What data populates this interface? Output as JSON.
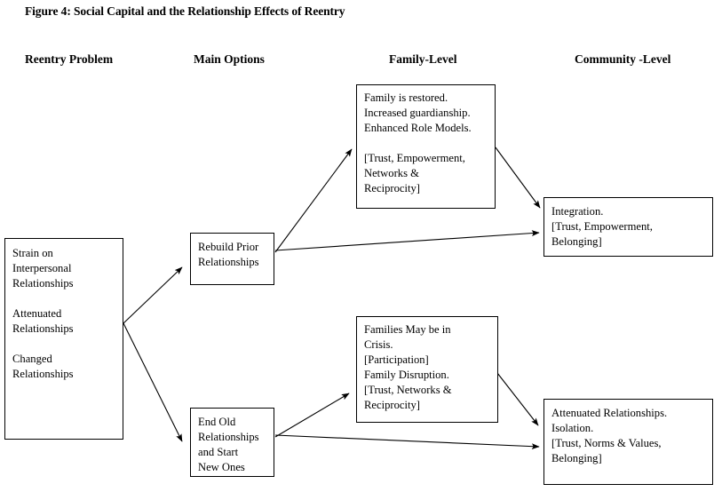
{
  "figure": {
    "title": "Figure 4: Social Capital and the Relationship Effects of Reentry"
  },
  "columns": [
    {
      "id": "reentry-problem",
      "label": "Reentry Problem"
    },
    {
      "id": "main-options",
      "label": "Main Options"
    },
    {
      "id": "family-level",
      "label": "Family-Level"
    },
    {
      "id": "community-level",
      "label": "Community -Level"
    }
  ],
  "nodes": {
    "problem": {
      "id": "strain-on-interpersonal-relationships",
      "column": "reentry-problem",
      "text": "Strain on\nInterpersonal\nRelationships\n\nAttenuated\nRelationships\n\nChanged\nRelationships"
    },
    "rebuild": {
      "id": "rebuild-prior-relationships",
      "column": "main-options",
      "text": "Rebuild Prior\nRelationships"
    },
    "endold": {
      "id": "end-old-relationships-and-start-new-ones",
      "column": "main-options",
      "text": "End Old\nRelationships\nand Start\nNew Ones"
    },
    "family_positive": {
      "id": "family-is-restored",
      "column": "family-level",
      "text": "Family is restored.\nIncreased guardianship.\nEnhanced Role Models.\n\n[Trust, Empowerment,\nNetworks &\nReciprocity]"
    },
    "family_negative": {
      "id": "families-may-be-in-crisis",
      "column": "family-level",
      "text": "Families May be in\nCrisis.\n[Participation]\nFamily Disruption.\n[Trust, Networks &\nReciprocity]"
    },
    "community_positive": {
      "id": "integration",
      "column": "community-level",
      "text": "Integration.\n[Trust, Empowerment,\nBelonging]"
    },
    "community_negative": {
      "id": "attenuated-relationships-isolation",
      "column": "community-level",
      "text": "Attenuated Relationships.\nIsolation.\n[Trust, Norms & Values,\nBelonging]"
    }
  },
  "edges": [
    {
      "id": "problem-to-rebuild",
      "from": "problem",
      "to": "rebuild"
    },
    {
      "id": "problem-to-endold",
      "from": "problem",
      "to": "endold"
    },
    {
      "id": "rebuild-to-family-positive",
      "from": "rebuild",
      "to": "family_positive"
    },
    {
      "id": "rebuild-to-integration",
      "from": "rebuild",
      "to": "community_positive"
    },
    {
      "id": "family-positive-to-integration",
      "from": "family_positive",
      "to": "community_positive"
    },
    {
      "id": "endold-to-family-negative",
      "from": "endold",
      "to": "family_negative"
    },
    {
      "id": "endold-to-attenuated",
      "from": "endold",
      "to": "community_negative"
    },
    {
      "id": "family-negative-to-attenuated",
      "from": "family_negative",
      "to": "community_negative"
    }
  ],
  "style": {
    "line_color": "#000000",
    "box_border_color": "#000000",
    "background": "#ffffff",
    "text_color": "#000000"
  }
}
